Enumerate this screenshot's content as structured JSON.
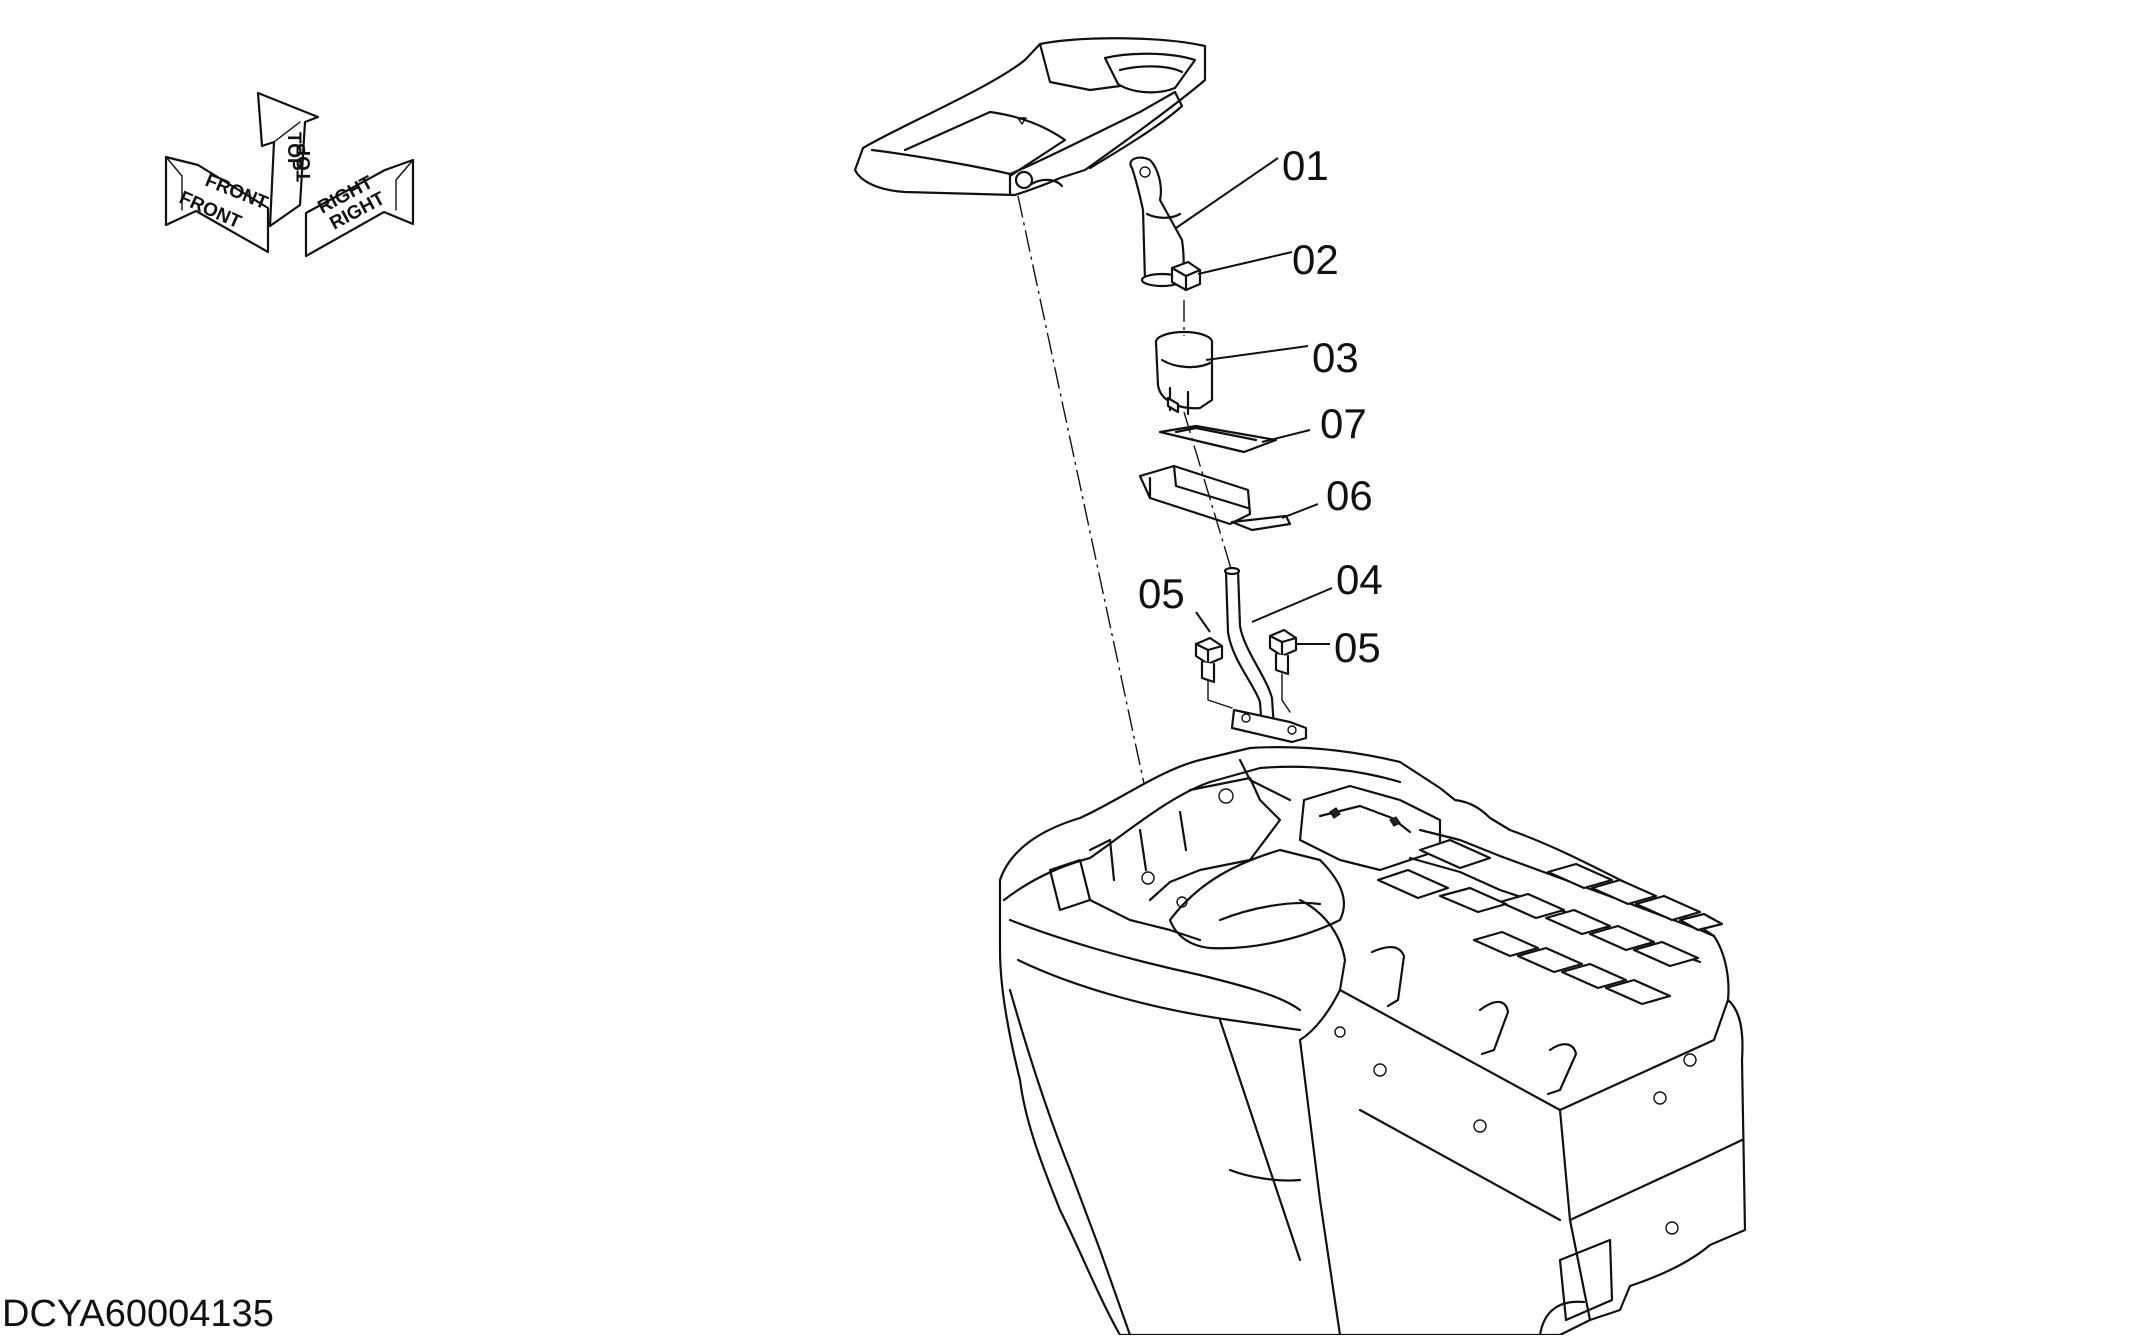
{
  "drawing": {
    "number": "DCYA60004135"
  },
  "orientation": {
    "front": "FRONT",
    "top": "TOP",
    "right": "RIGHT"
  },
  "callouts": [
    {
      "id": "c01",
      "label": "01"
    },
    {
      "id": "c02",
      "label": "02"
    },
    {
      "id": "c03",
      "label": "03"
    },
    {
      "id": "c07",
      "label": "07"
    },
    {
      "id": "c06",
      "label": "06"
    },
    {
      "id": "c04",
      "label": "04"
    },
    {
      "id": "c05a",
      "label": "05"
    },
    {
      "id": "c05b",
      "label": "05"
    }
  ]
}
